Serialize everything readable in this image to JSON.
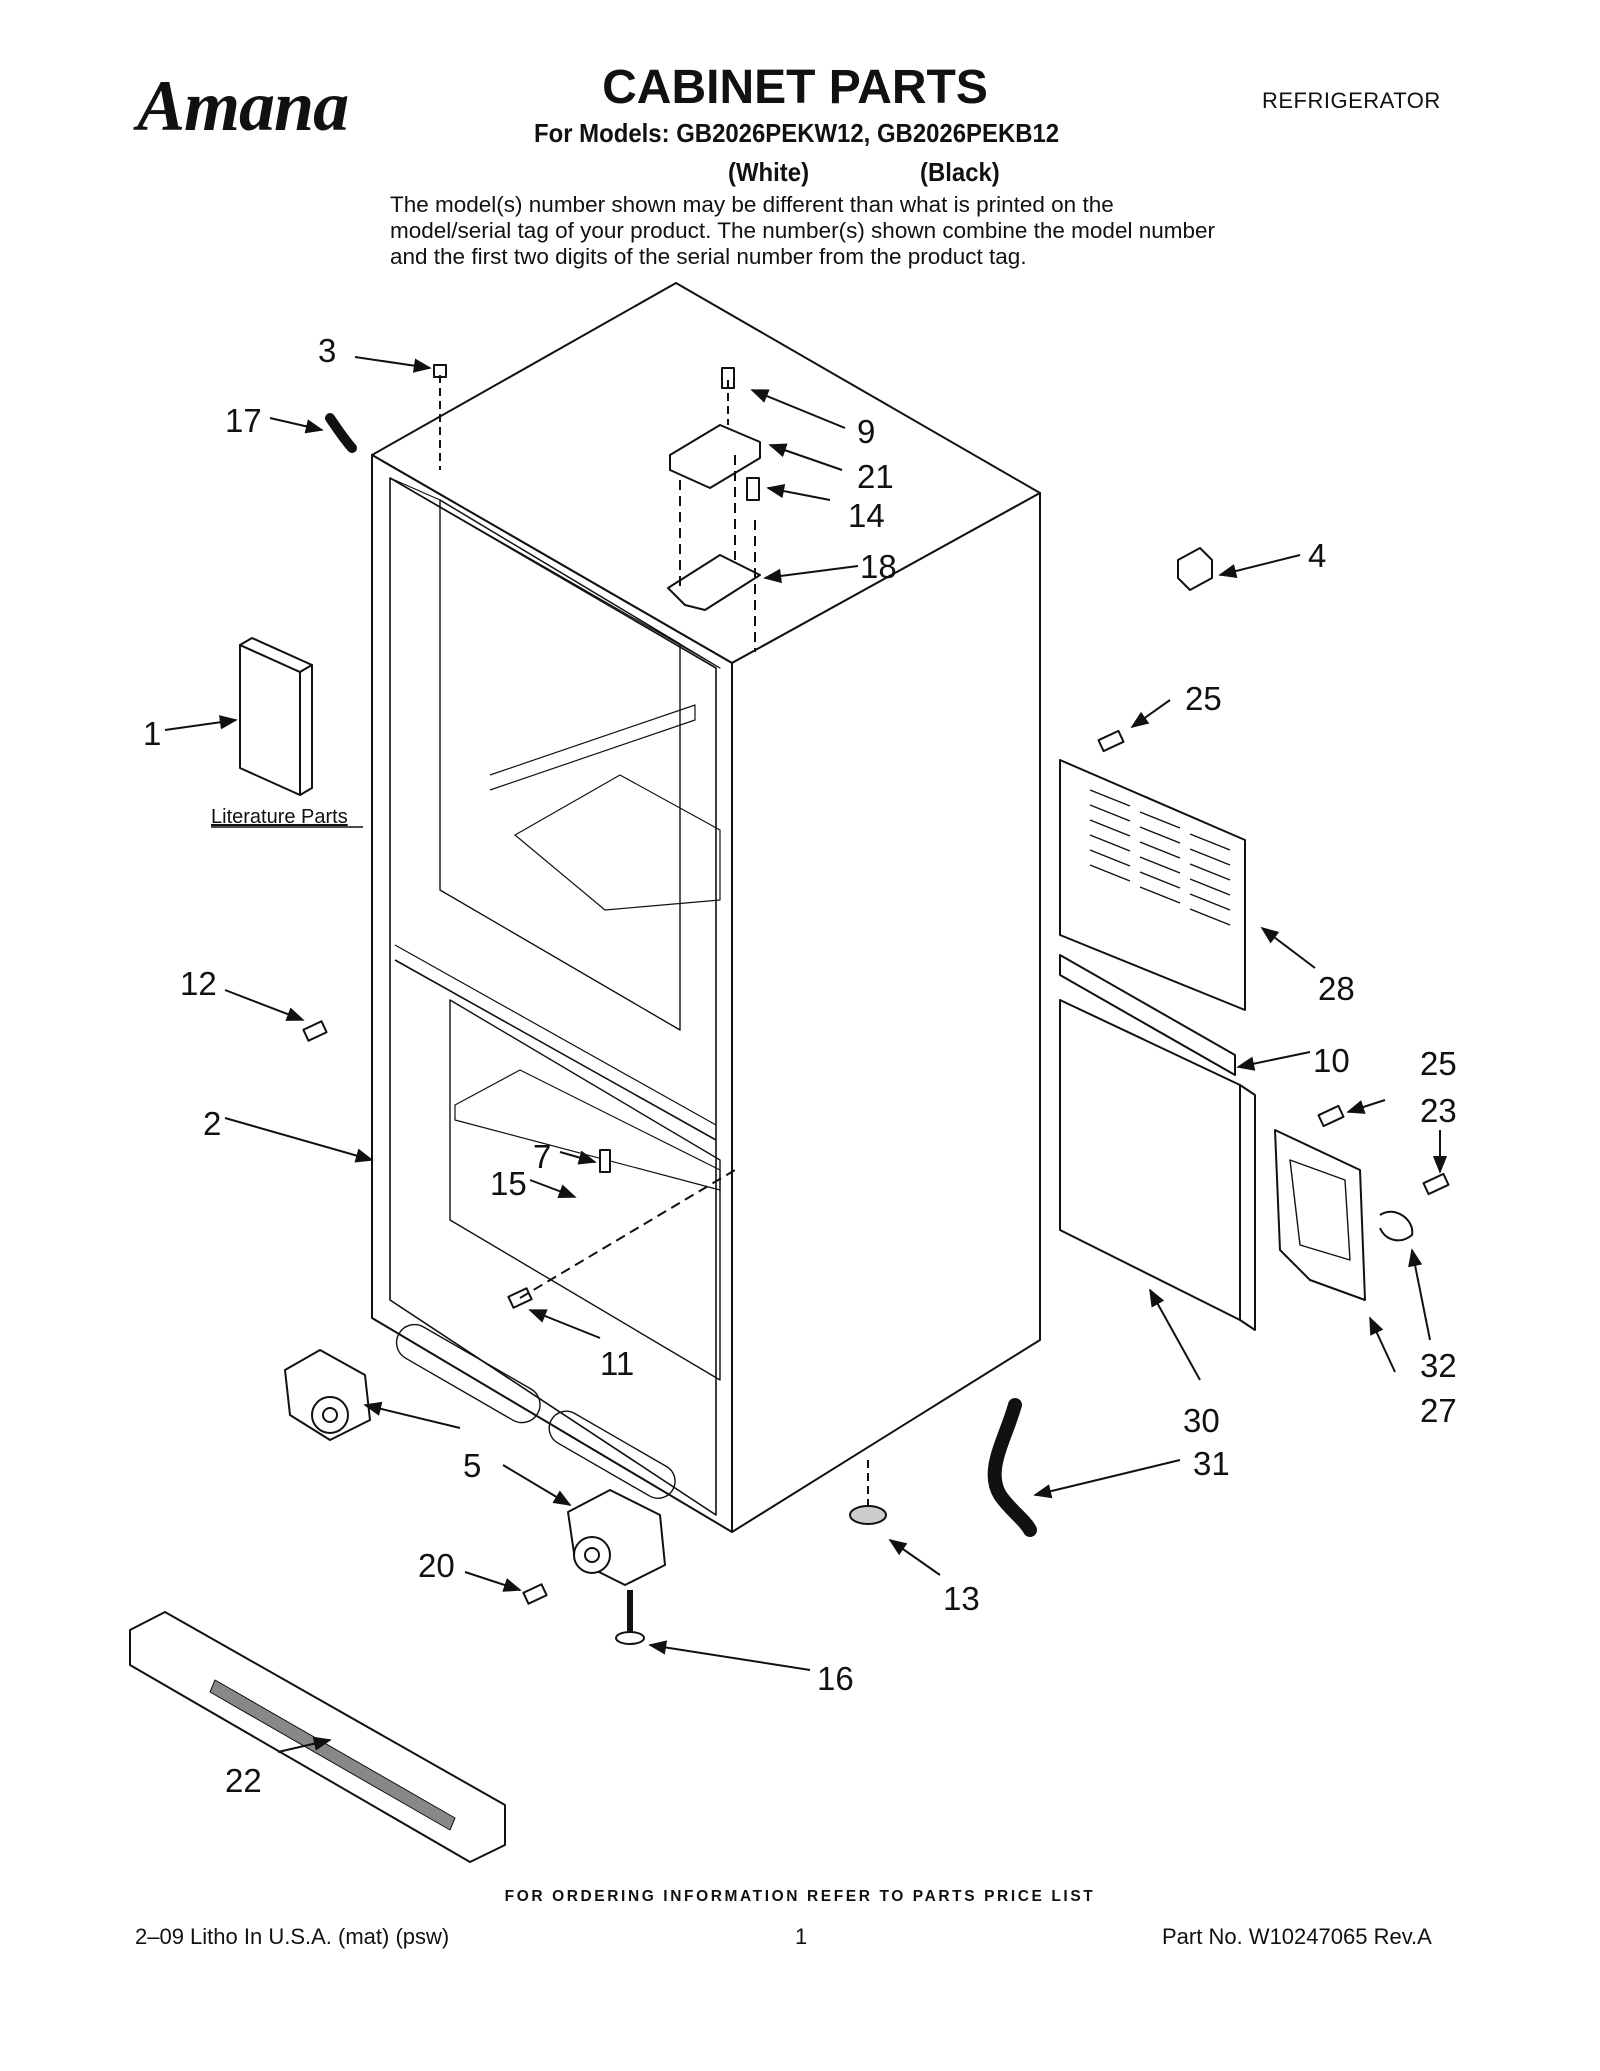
{
  "header": {
    "brand": "Amana",
    "title": "CABINET PARTS",
    "category": "REFRIGERATOR",
    "models_line": "For Models: GB2026PEKW12, GB2026PEKB12",
    "color_white": "(White)",
    "color_black": "(Black)",
    "disclaimer": "The model(s) number shown may be different than what is printed on the model/serial tag of your product. The number(s) shown combine the model number and the first two digits of the serial number from the product tag."
  },
  "diagram": {
    "literature_label": "Literature Parts",
    "callouts": {
      "c1": "1",
      "c2": "2",
      "c3": "3",
      "c4": "4",
      "c5": "5",
      "c7": "7",
      "c9": "9",
      "c10": "10",
      "c11": "11",
      "c12": "12",
      "c13": "13",
      "c14": "14",
      "c15": "15",
      "c16": "16",
      "c17": "17",
      "c18": "18",
      "c20": "20",
      "c21": "21",
      "c22": "22",
      "c23": "23",
      "c25a": "25",
      "c25b": "25",
      "c27": "27",
      "c28": "28",
      "c30": "30",
      "c31": "31",
      "c32": "32"
    }
  },
  "footer": {
    "ordering_info": "FOR ORDERING INFORMATION REFER TO PARTS PRICE LIST",
    "litho": "2–09 Litho In U.S.A. (mat) (psw)",
    "page": "1",
    "part_no": "Part No. W10247065 Rev.A"
  }
}
